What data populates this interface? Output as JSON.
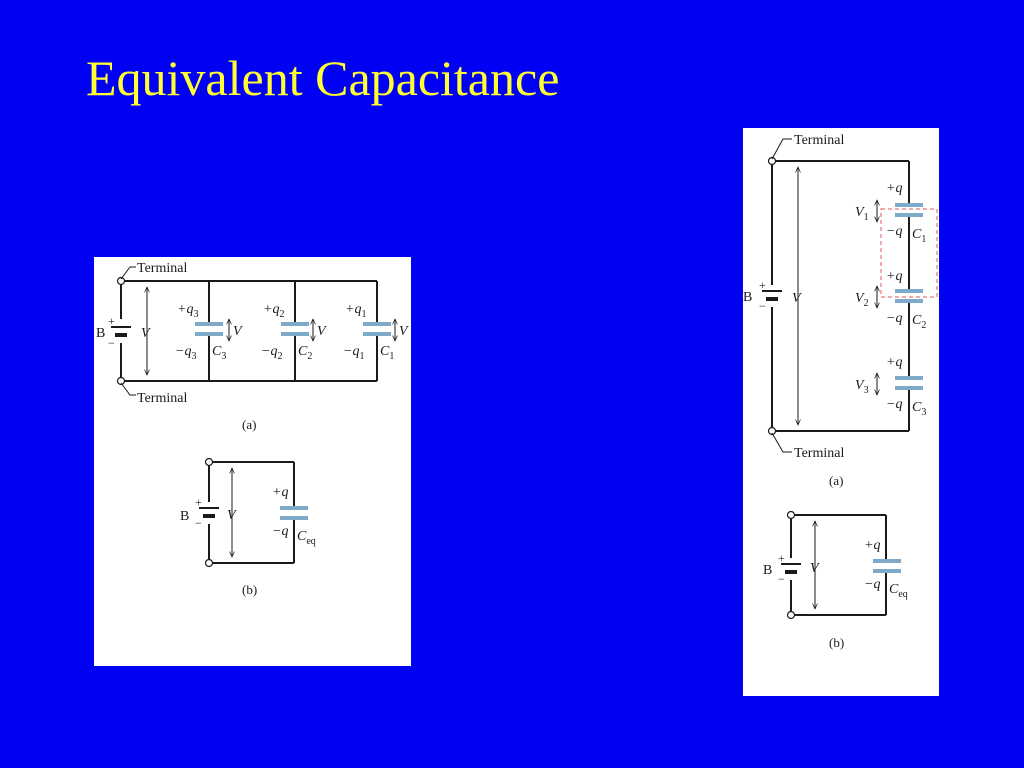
{
  "slide": {
    "title": "Equivalent Capacitance",
    "colors": {
      "background": "#0000f2",
      "title": "#ffff33",
      "capacitor_plate": "#7fa9c9",
      "highlight_box": "#e05555"
    }
  },
  "parallel_figure": {
    "terminal_top": "Terminal",
    "terminal_bottom": "Terminal",
    "battery": {
      "label": "B",
      "plus": "+",
      "minus": "−",
      "voltage": "V"
    },
    "capacitors": [
      {
        "plus_charge": "+q",
        "plus_sub": "3",
        "minus_charge": "−q",
        "minus_sub": "3",
        "name": "C",
        "name_sub": "3",
        "voltage": "V"
      },
      {
        "plus_charge": "+q",
        "plus_sub": "2",
        "minus_charge": "−q",
        "minus_sub": "2",
        "name": "C",
        "name_sub": "2",
        "voltage": "V"
      },
      {
        "plus_charge": "+q",
        "plus_sub": "1",
        "minus_charge": "−q",
        "minus_sub": "1",
        "name": "C",
        "name_sub": "1",
        "voltage": "V"
      }
    ],
    "caption_a": "(a)",
    "equivalent": {
      "battery_label": "B",
      "plus": "+",
      "minus": "−",
      "voltage": "V",
      "plus_charge": "+q",
      "minus_charge": "−q",
      "name": "C",
      "name_sub": "eq"
    },
    "caption_b": "(b)"
  },
  "series_figure": {
    "terminal_top": "Terminal",
    "terminal_bottom": "Terminal",
    "battery": {
      "label": "B",
      "plus": "+",
      "minus": "−",
      "voltage": "V"
    },
    "capacitors": [
      {
        "plus_charge": "+q",
        "minus_charge": "−q",
        "name": "C",
        "name_sub": "1",
        "voltage": "V",
        "voltage_sub": "1"
      },
      {
        "plus_charge": "+q",
        "minus_charge": "−q",
        "name": "C",
        "name_sub": "2",
        "voltage": "V",
        "voltage_sub": "2"
      },
      {
        "plus_charge": "+q",
        "minus_charge": "−q",
        "name": "C",
        "name_sub": "3",
        "voltage": "V",
        "voltage_sub": "3"
      }
    ],
    "caption_a": "(a)",
    "equivalent": {
      "battery_label": "B",
      "plus": "+",
      "minus": "−",
      "voltage": "V",
      "plus_charge": "+q",
      "minus_charge": "−q",
      "name": "C",
      "name_sub": "eq"
    },
    "caption_b": "(b)"
  }
}
